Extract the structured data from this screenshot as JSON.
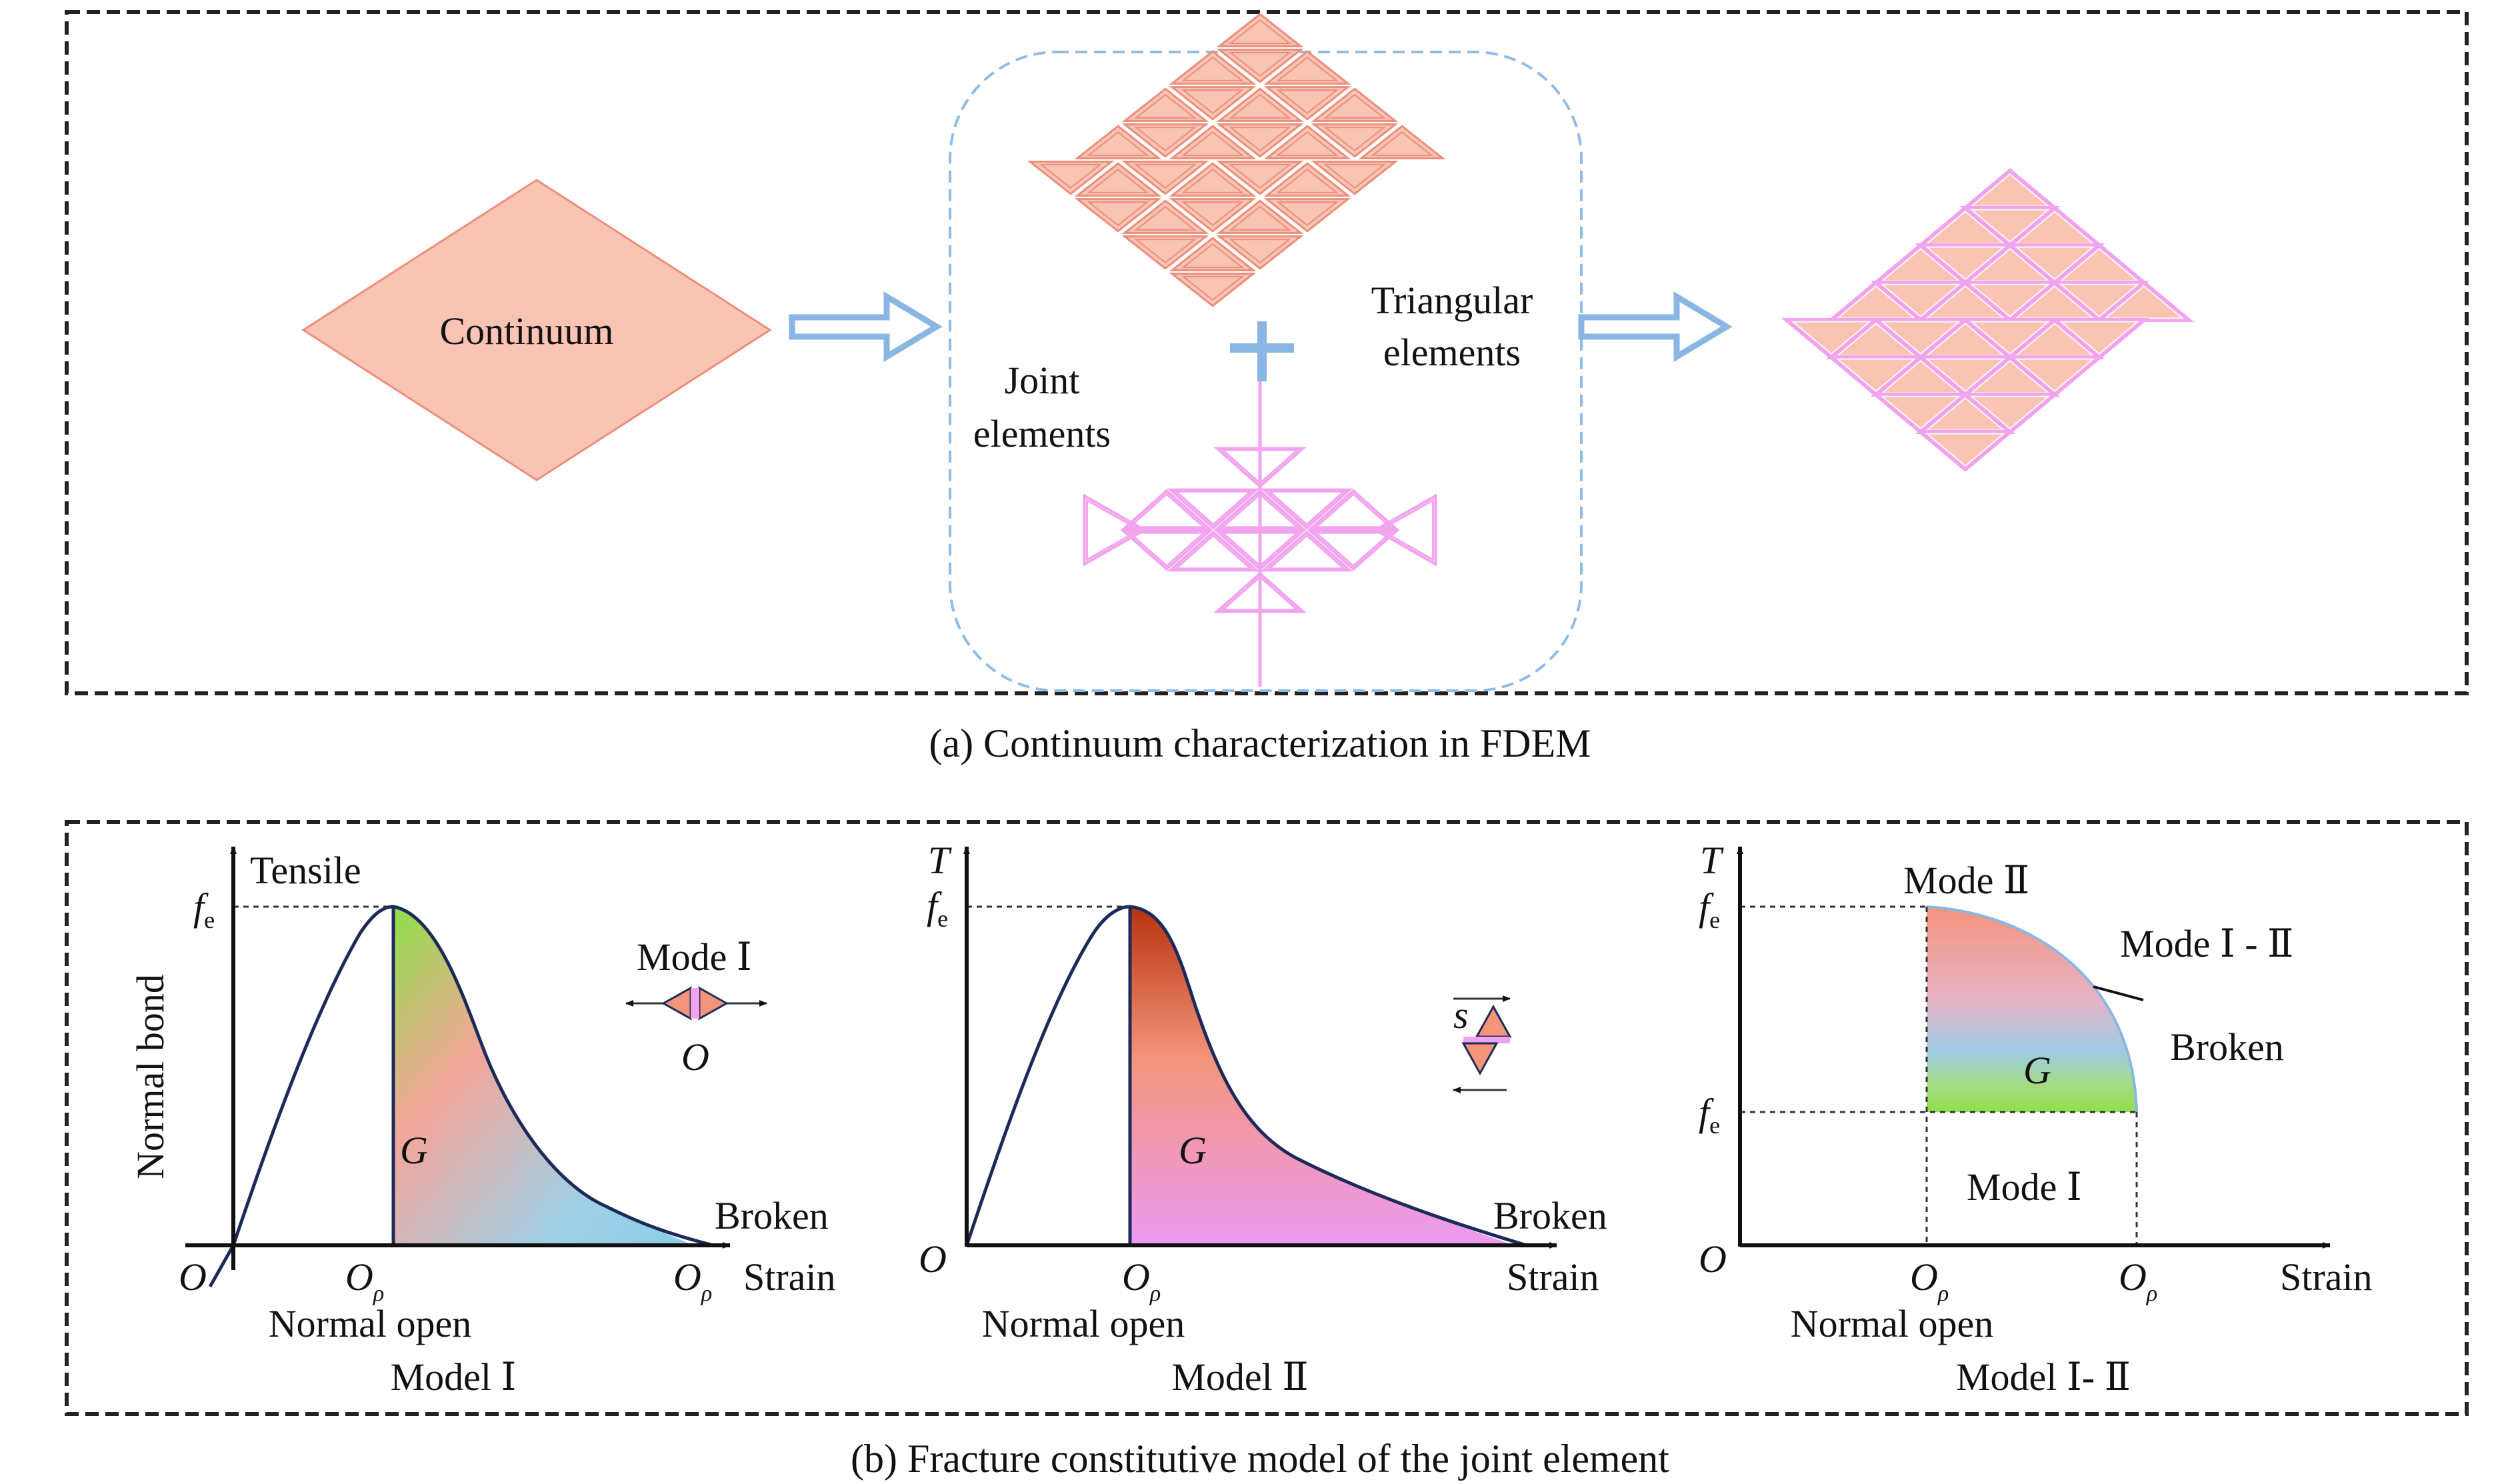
{
  "panel_a": {
    "continuum_label": "Continuum",
    "triangular_label_1": "Triangular",
    "triangular_label_2": "elements",
    "joint_label_1": "Joint",
    "joint_label_2": "elements",
    "caption": "(a) Continuum characterization in FDEM"
  },
  "panel_b": {
    "caption": "(b) Fracture constitutive model of the joint element",
    "plot1": {
      "tensile": "Tensile",
      "fe": "f",
      "fe_sub": "e",
      "y_label": "Normal bond",
      "origin": "O",
      "op": "O",
      "op_sub": "ρ",
      "op2": "O",
      "op2_sub": "ρ",
      "strain": "Strain",
      "broken": "Broken",
      "g": "G",
      "mode": "Mode Ⅰ",
      "icon_o": "O",
      "normal_open": "Normal open",
      "model": "Model Ⅰ"
    },
    "plot2": {
      "t": "T",
      "fe": "f",
      "fe_sub": "e",
      "origin": "O",
      "op": "O",
      "op_sub": "ρ",
      "strain": "Strain",
      "broken": "Broken",
      "g": "G",
      "s": "s",
      "normal_open": "Normal open",
      "model": "Model Ⅱ"
    },
    "plot3": {
      "t": "T",
      "fe_top": "f",
      "fe_top_sub": "e",
      "fe_bot": "f",
      "fe_bot_sub": "e",
      "origin": "O",
      "op1": "O",
      "op1_sub": "ρ",
      "op2": "O",
      "op2_sub": "ρ",
      "strain": "Strain",
      "mode2": "Mode Ⅱ",
      "mode12": "Mode Ⅰ - Ⅱ",
      "broken": "Broken",
      "g": "G",
      "mode1": "Mode Ⅰ",
      "normal_open": "Normal open",
      "model": "Model Ⅰ- Ⅱ"
    }
  },
  "colors": {
    "salmon_fill": "#f9c4b4",
    "salmon_stroke": "#ec8d7a",
    "pink_joint": "#f2a3ee",
    "arrow_blue": "#8ab6e3",
    "dash_blue": "#8fbce6",
    "curve_navy": "#1c2a5a"
  }
}
